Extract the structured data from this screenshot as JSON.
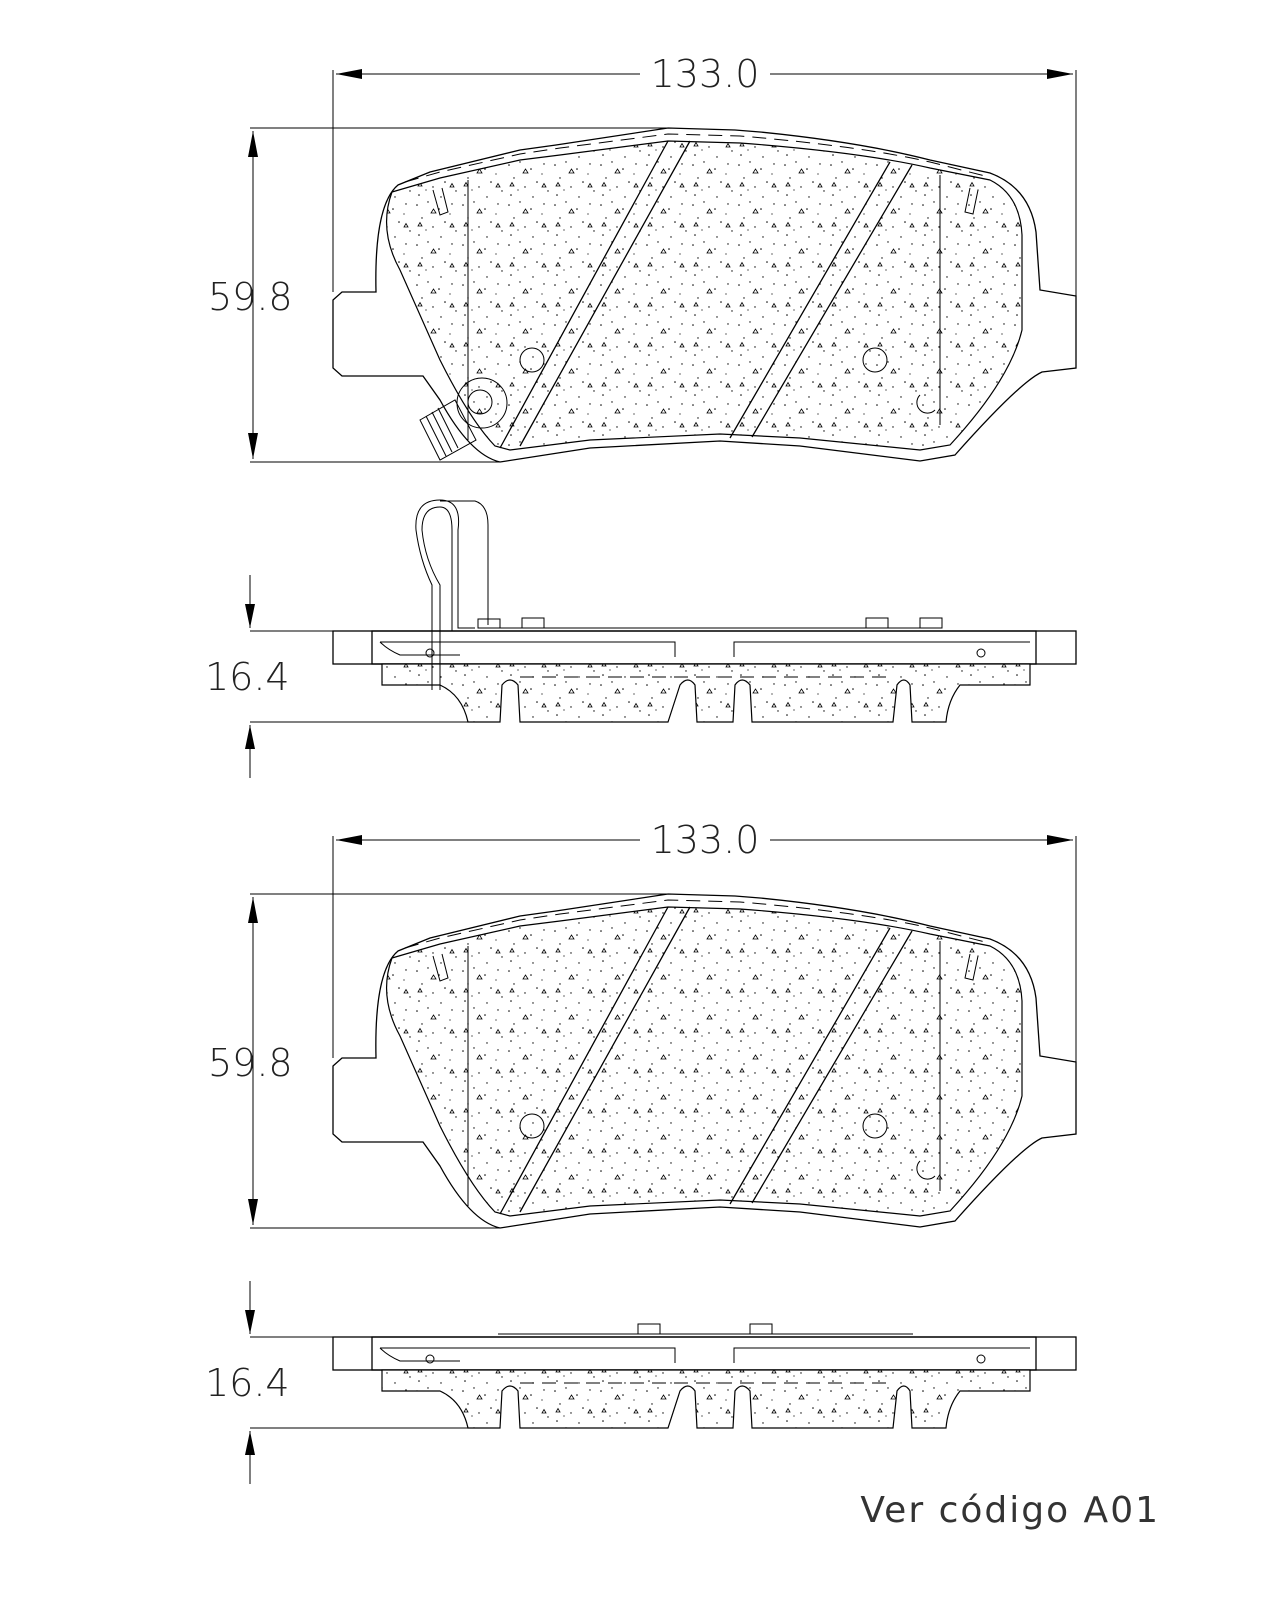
{
  "views": [
    {
      "id": "front-view-1",
      "width_label": "133.0",
      "height_label": "59.8"
    },
    {
      "id": "side-view-1",
      "thickness_label": "16.4",
      "has_wear_sensor_clip": true
    },
    {
      "id": "front-view-2",
      "width_label": "133.0",
      "height_label": "59.8"
    },
    {
      "id": "side-view-2",
      "thickness_label": "16.4",
      "has_wear_sensor_clip": false
    }
  ],
  "note": "Ver código A01",
  "colors": {
    "line": "#000000",
    "background": "#ffffff"
  }
}
